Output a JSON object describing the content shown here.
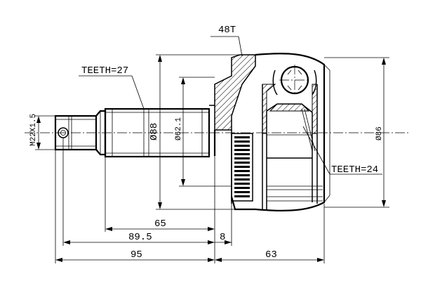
{
  "labels": {
    "teeth_left": "TEETH=27",
    "teeth_right": "TEETH=24",
    "abs_teeth": "48T",
    "thread": "M22X1.5",
    "dia_88": "Ø88",
    "dia_62": "Ø62.1",
    "dia_86": "Ø86"
  },
  "dimensions": {
    "d65": "65",
    "d89_5": "89.5",
    "d8": "8",
    "d95": "95",
    "d63": "63"
  }
}
